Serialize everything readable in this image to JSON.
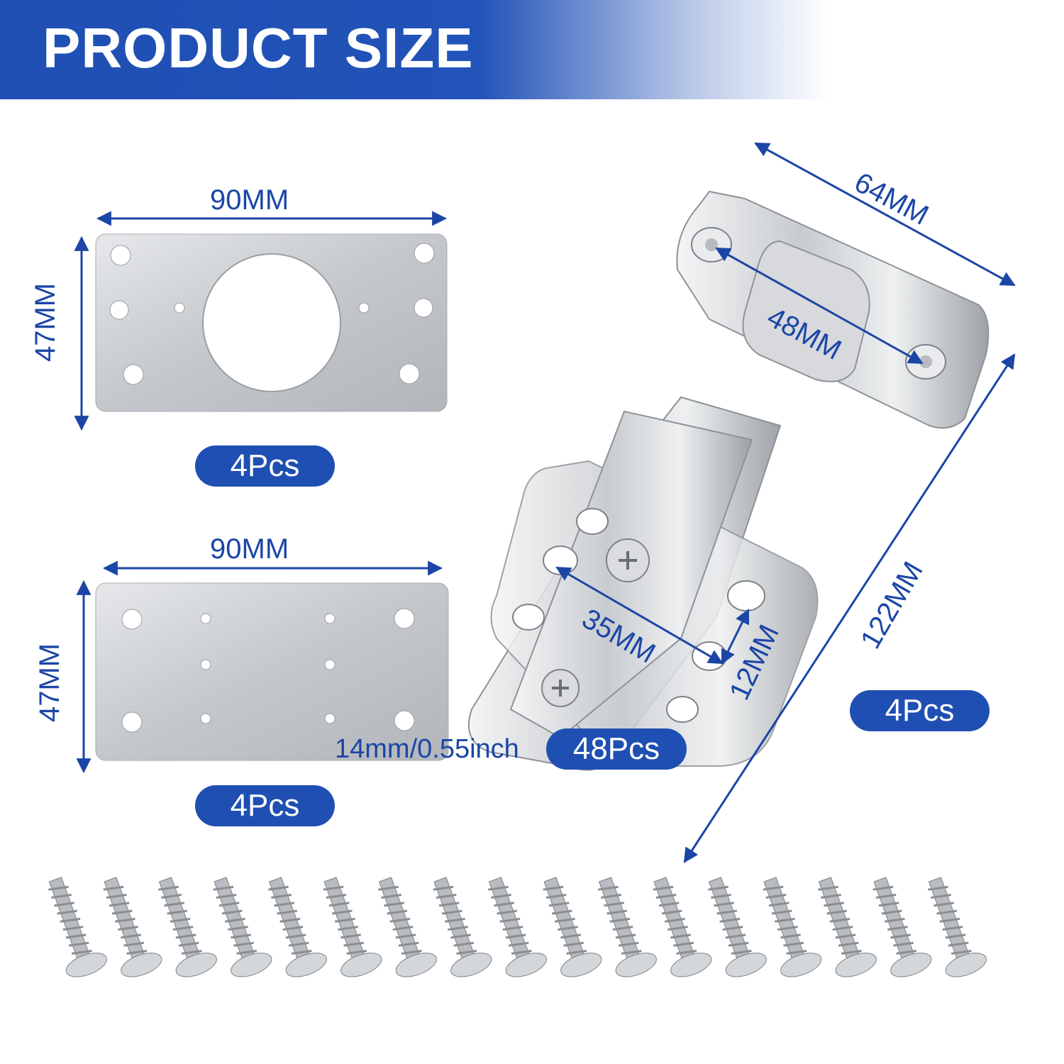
{
  "banner": {
    "title": "PRODUCT SIZE"
  },
  "plate_top": {
    "width_label": "90MM",
    "height_label": "47MM",
    "qty": "4Pcs"
  },
  "plate_bottom": {
    "width_label": "90MM",
    "height_label": "47MM",
    "qty": "4Pcs"
  },
  "hinge": {
    "width_label": "64MM",
    "hole_spacing_label": "48MM",
    "length_label": "122MM",
    "base_spacing_label": "35MM",
    "base_offset_label": "12MM",
    "qty": "4Pcs"
  },
  "screws": {
    "size_label": "14mm/0.55inch",
    "qty": "48Pcs",
    "count": 17
  },
  "colors": {
    "accent": "#1f4fb3",
    "text_blue": "#1b46a6",
    "metal": "#c9ccd0"
  }
}
